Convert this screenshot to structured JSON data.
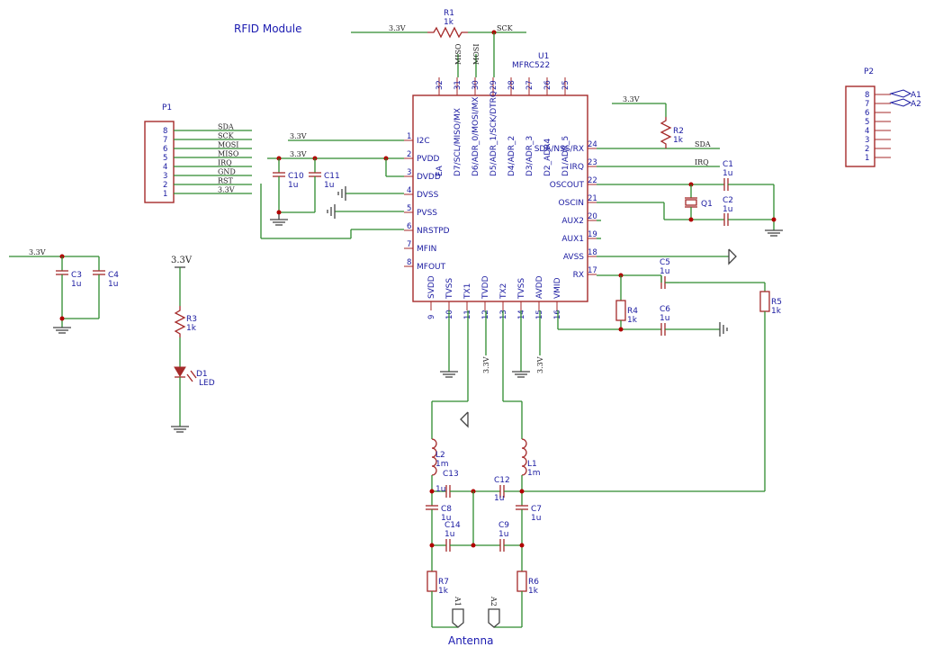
{
  "titles": {
    "rfid": "RFID Module",
    "antenna": "Antenna"
  },
  "u1": {
    "ref": "U1",
    "value": "MFRC522",
    "top": [
      {
        "num": "32",
        "name": "EA"
      },
      {
        "num": "31",
        "name": "D7/SCL/MISO/MX"
      },
      {
        "num": "30",
        "name": "D6/ADR_0/MOSI/MX"
      },
      {
        "num": "29",
        "name": "D5/ADR_1/SCK/DTRQ"
      },
      {
        "num": "28",
        "name": "D4/ADR_2"
      },
      {
        "num": "27",
        "name": "D3/ADR_3"
      },
      {
        "num": "26",
        "name": "D2_ADR4"
      },
      {
        "num": "25",
        "name": "D1/ADR_5"
      }
    ],
    "left": [
      {
        "num": "1",
        "name": "I2C"
      },
      {
        "num": "2",
        "name": "PVDD"
      },
      {
        "num": "3",
        "name": "DVDD"
      },
      {
        "num": "4",
        "name": "DVSS"
      },
      {
        "num": "5",
        "name": "PVSS"
      },
      {
        "num": "6",
        "name": "NRSTPD"
      },
      {
        "num": "7",
        "name": "MFIN"
      },
      {
        "num": "8",
        "name": "MFOUT"
      }
    ],
    "right": [
      {
        "num": "24",
        "name": "SDA/NSS/RX"
      },
      {
        "num": "23",
        "name": "IRQ"
      },
      {
        "num": "22",
        "name": "OSCOUT"
      },
      {
        "num": "21",
        "name": "OSCIN"
      },
      {
        "num": "20",
        "name": "AUX2"
      },
      {
        "num": "19",
        "name": "AUX1"
      },
      {
        "num": "18",
        "name": "AVSS"
      },
      {
        "num": "17",
        "name": "RX"
      }
    ],
    "bottom": [
      {
        "num": "9",
        "name": "SVDD"
      },
      {
        "num": "10",
        "name": "TVSS"
      },
      {
        "num": "11",
        "name": "TX1"
      },
      {
        "num": "12",
        "name": "TVDD"
      },
      {
        "num": "13",
        "name": "TX2"
      },
      {
        "num": "14",
        "name": "TVSS"
      },
      {
        "num": "15",
        "name": "AVDD"
      },
      {
        "num": "16",
        "name": "VMID"
      }
    ]
  },
  "p1": {
    "ref": "P1",
    "pins": [
      {
        "num": "8",
        "net": "SDA"
      },
      {
        "num": "7",
        "net": "SCK"
      },
      {
        "num": "6",
        "net": "MOSI"
      },
      {
        "num": "5",
        "net": "MISO"
      },
      {
        "num": "4",
        "net": "IRQ"
      },
      {
        "num": "3",
        "net": "GND"
      },
      {
        "num": "2",
        "net": "RST"
      },
      {
        "num": "1",
        "net": "3.3V"
      }
    ]
  },
  "p2": {
    "ref": "P2",
    "pins": [
      "8",
      "7",
      "6",
      "5",
      "4",
      "3",
      "2",
      "1"
    ],
    "a1": "A1",
    "a2": "A2"
  },
  "nets": {
    "v33": "3.3V",
    "sck": "SCK",
    "miso": "MISO",
    "mosi": "MOSI",
    "sda": "SDA",
    "irq": "IRQ",
    "a1": "A1",
    "a2": "A2"
  },
  "parts": {
    "r1": {
      "ref": "R1",
      "value": "1k"
    },
    "r2": {
      "ref": "R2",
      "value": "1k"
    },
    "r3": {
      "ref": "R3",
      "value": "1k"
    },
    "r4": {
      "ref": "R4",
      "value": "1k"
    },
    "r5": {
      "ref": "R5",
      "value": "1k"
    },
    "r6": {
      "ref": "R6",
      "value": "1k"
    },
    "r7": {
      "ref": "R7",
      "value": "1k"
    },
    "c1": {
      "ref": "C1",
      "value": "1u"
    },
    "c2": {
      "ref": "C2",
      "value": "1u"
    },
    "c3": {
      "ref": "C3",
      "value": "1u"
    },
    "c4": {
      "ref": "C4",
      "value": "1u"
    },
    "c5": {
      "ref": "C5",
      "value": "1u"
    },
    "c6": {
      "ref": "C6",
      "value": "1u"
    },
    "c7": {
      "ref": "C7",
      "value": "1u"
    },
    "c8": {
      "ref": "C8",
      "value": "1u"
    },
    "c9": {
      "ref": "C9",
      "value": "1u"
    },
    "c10": {
      "ref": "C10",
      "value": "1u"
    },
    "c11": {
      "ref": "C11",
      "value": "1u"
    },
    "c12": {
      "ref": "C12",
      "value": "1u"
    },
    "c13": {
      "ref": "C13",
      "value": "1u"
    },
    "c14": {
      "ref": "C14",
      "value": "1u"
    },
    "l1": {
      "ref": "L1",
      "value": "1m"
    },
    "l2": {
      "ref": "L2",
      "value": "1m"
    },
    "q1": {
      "ref": "Q1"
    },
    "d1": {
      "ref": "D1",
      "value": "LED"
    },
    "v33sym": {
      "value": "3.3V"
    }
  }
}
